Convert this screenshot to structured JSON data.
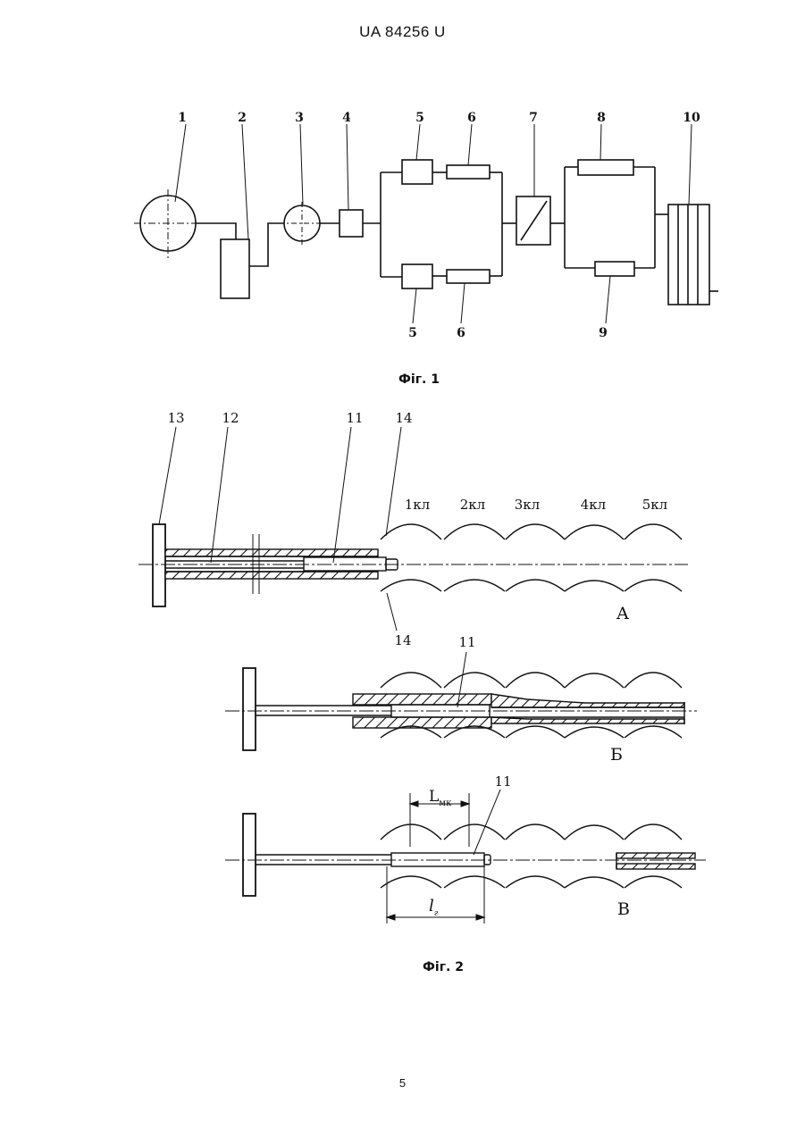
{
  "header": {
    "patent_id": "UA   84256   U"
  },
  "figure1": {
    "caption": "Фіг. 1",
    "labels": [
      "1",
      "2",
      "3",
      "4",
      "5",
      "6",
      "7",
      "8",
      "10",
      "5",
      "6",
      "9"
    ]
  },
  "figure2": {
    "caption": "Фіг. 2",
    "ref_labels": {
      "p13": "13",
      "p12": "12",
      "p11a": "11",
      "p14a": "14",
      "p14b": "14",
      "p11b": "11",
      "p11c": "11"
    },
    "stands": [
      "1кл",
      "2кл",
      "3кл",
      "4кл",
      "5кл"
    ],
    "view_labels": {
      "a": "А",
      "b": "Б",
      "v": "В"
    },
    "dim_lmk": {
      "main": "L",
      "sub": "мк"
    },
    "dim_lg": {
      "main": "l",
      "sub": "г"
    }
  },
  "footer": {
    "page_number": "5"
  }
}
